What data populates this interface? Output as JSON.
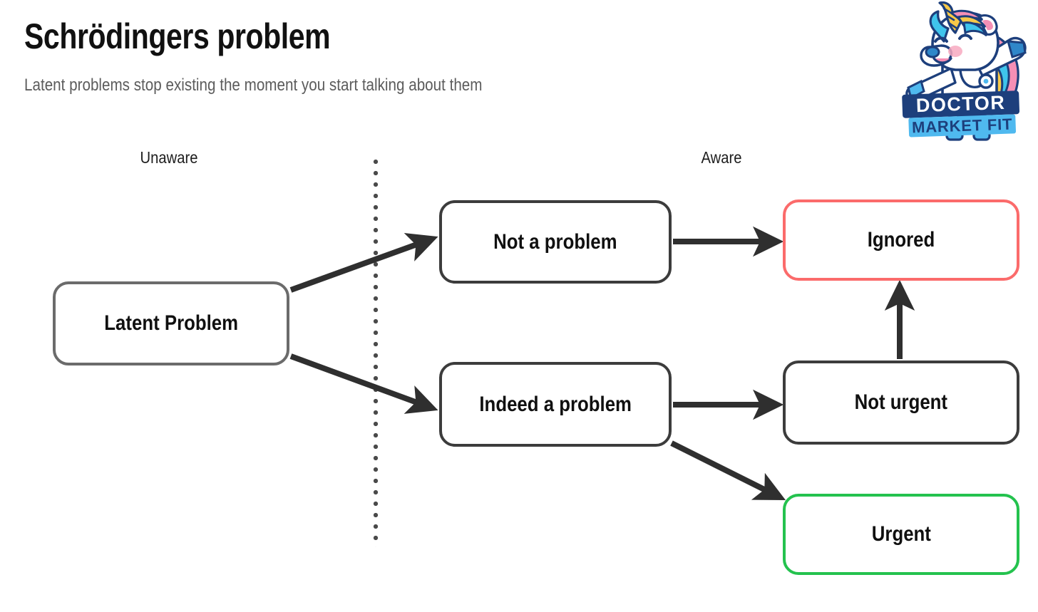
{
  "header": {
    "title": "Schrödingers problem",
    "subtitle": "Latent problems stop existing the moment you start talking about them"
  },
  "logo": {
    "icon": "dabbing-unicorn-doctor-icon",
    "banner_top": "DOCTOR",
    "banner_bottom": "MARKET FIT",
    "colors": {
      "navy": "#1d3f7c",
      "light_blue": "#4fb9ef",
      "horn_yellow": "#f7c948",
      "mane_pink": "#f58fb5",
      "mane_cyan": "#3fc4ec",
      "white": "#ffffff"
    }
  },
  "diagram": {
    "type": "flowchart",
    "column_labels": [
      {
        "id": "unaware",
        "text": "Unaware"
      },
      {
        "id": "aware",
        "text": "Aware"
      }
    ],
    "divider": {
      "style": "dotted-vertical",
      "color": "#4a4a4a"
    },
    "nodes": [
      {
        "id": "latent",
        "label": "Latent Problem",
        "border_color": "#6b6b6b"
      },
      {
        "id": "not-problem",
        "label": "Not a problem",
        "border_color": "#3c3c3c"
      },
      {
        "id": "indeed",
        "label": "Indeed a problem",
        "border_color": "#3c3c3c"
      },
      {
        "id": "ignored",
        "label": "Ignored",
        "border_color": "#fb6b6b"
      },
      {
        "id": "not-urgent",
        "label": "Not urgent",
        "border_color": "#3c3c3c"
      },
      {
        "id": "urgent",
        "label": "Urgent",
        "border_color": "#24c24e"
      }
    ],
    "edges": [
      {
        "from": "latent",
        "to": "not-problem"
      },
      {
        "from": "latent",
        "to": "indeed"
      },
      {
        "from": "not-problem",
        "to": "ignored"
      },
      {
        "from": "indeed",
        "to": "not-urgent"
      },
      {
        "from": "indeed",
        "to": "urgent"
      },
      {
        "from": "not-urgent",
        "to": "ignored"
      }
    ],
    "edge_color": "#2f2f2f"
  }
}
